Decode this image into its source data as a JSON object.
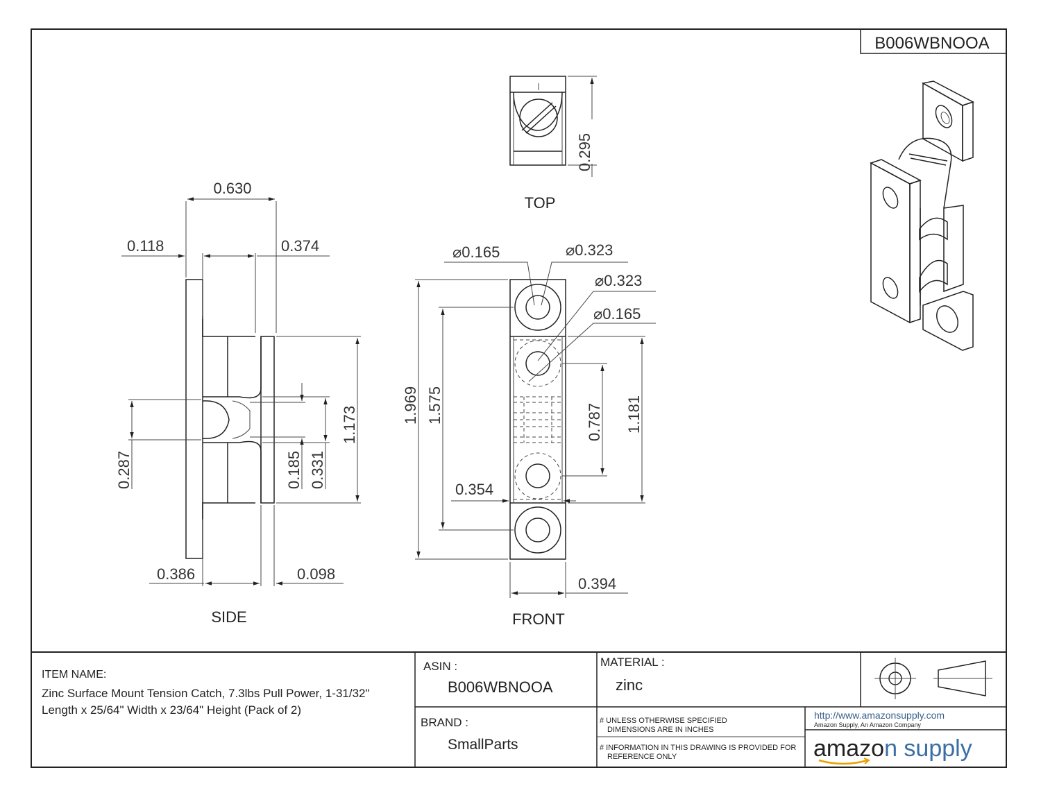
{
  "sheet": {
    "part_number": "B006WBNOOA"
  },
  "views": {
    "top_label": "TOP",
    "side_label": "SIDE",
    "front_label": "FRONT"
  },
  "dimensions": {
    "top": {
      "height": "0.295"
    },
    "side": {
      "overall_depth": "0.630",
      "flange": "0.118",
      "body_depth": "0.374",
      "base": "0.386",
      "plate": "0.098",
      "ball_a": "0.287",
      "ball_b": "0.185",
      "ball_c": "0.331",
      "body_len": "1.173"
    },
    "front": {
      "hole_dia": "0.165",
      "cb_dia": "0.323",
      "cb_dia_2": "0.323",
      "hole_dia_2": "0.165",
      "overall_len": "1.969",
      "hole_spacing": "1.575",
      "ball_spacing": "0.787",
      "body_len": "1.181",
      "body_width": "0.354",
      "overall_width": "0.394"
    }
  },
  "title_block": {
    "item_name_label": "ITEM NAME:",
    "item_name_line1": "Zinc Surface Mount Tension Catch, 7.3lbs Pull Power, 1-31/32\"",
    "item_name_line2": "Length x 25/64\" Width x 23/64\" Height (Pack of 2)",
    "asin_label": "ASIN :",
    "asin_value": "B006WBNOOA",
    "material_label": "MATERIAL :",
    "material_value": "zinc",
    "brand_label": "BRAND :",
    "brand_value": "SmallParts",
    "note1_line1": "# UNLESS OTHERWISE SPECIFIED",
    "note1_line2": "DIMENSIONS ARE IN INCHES",
    "note2_line1": "# INFORMATION IN THIS DRAWING IS PROVIDED FOR",
    "note2_line2": "REFERENCE ONLY",
    "url": "http://www.amazonsupply.com",
    "company": "Amazon Supply, An Amazon Company",
    "logo_text": "amazonsupply"
  }
}
